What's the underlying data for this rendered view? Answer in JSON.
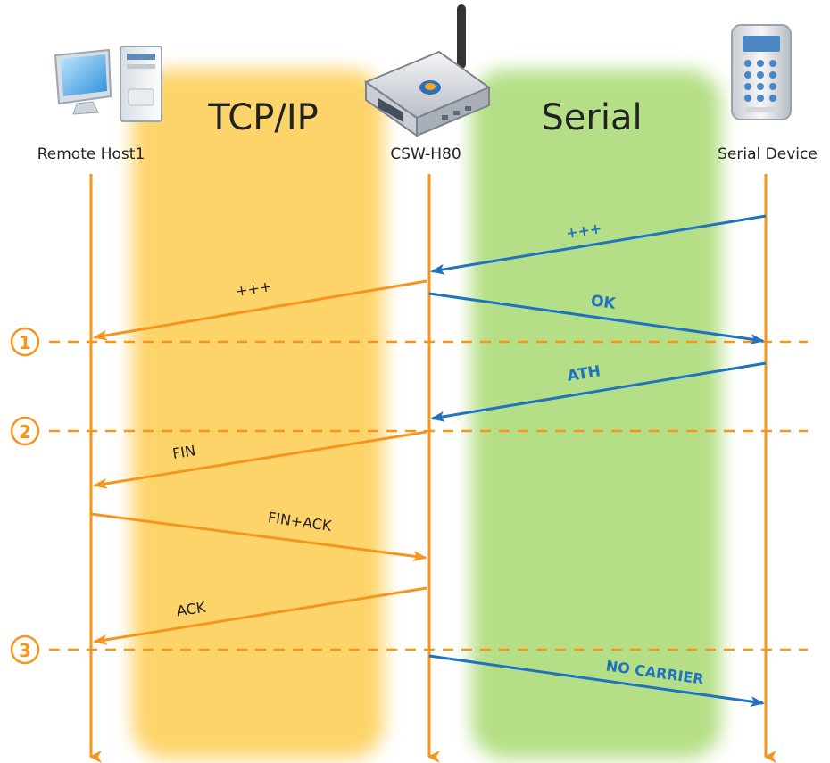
{
  "lanes": {
    "tcpip": "TCP/IP",
    "serial": "Serial"
  },
  "actors": {
    "remote_host": "Remote Host1",
    "csw": "CSW-H80",
    "serial_device": "Serial Device"
  },
  "messages": {
    "plus_in": "+++",
    "plus_out": "+++",
    "ok": "OK",
    "ath": "ATH",
    "fin": "FIN",
    "fin_ack": "FIN+ACK",
    "ack": "ACK",
    "no_carrier": "NO CARRIER"
  },
  "steps": {
    "one": "1",
    "two": "2",
    "three": "3"
  },
  "colors": {
    "orange": "#f7941d",
    "blue": "#1f73c0",
    "tcp_lane": "#fdd46a",
    "serial_lane": "#b5df86"
  },
  "icons": {
    "remote_host": "desktop-computer-icon",
    "csw": "serial-device-server-icon",
    "serial_device": "keypad-terminal-icon"
  }
}
